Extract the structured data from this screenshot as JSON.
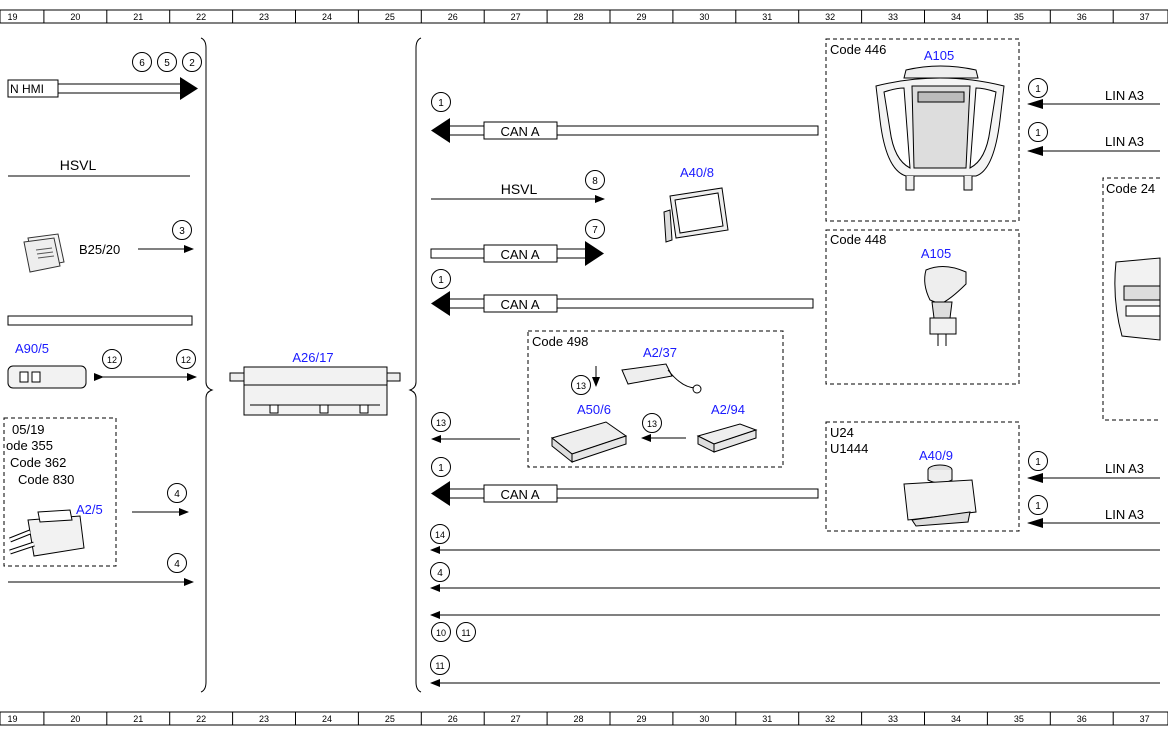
{
  "ruler": {
    "numbers": [
      "19",
      "20",
      "21",
      "22",
      "23",
      "24",
      "25",
      "26",
      "27",
      "28",
      "29",
      "30",
      "31",
      "32",
      "33",
      "34",
      "35",
      "36",
      "37"
    ]
  },
  "signals": {
    "can_hmi": "N HMI",
    "hsvl_left": "HSVL",
    "hsvl_mid": "HSVL",
    "can_a_1": "CAN A",
    "can_a_2": "CAN A",
    "can_a_3": "CAN A",
    "can_a_4": "CAN A",
    "lin_a3_1": "LIN A3",
    "lin_a3_2": "LIN A3",
    "lin_a3_3": "LIN A3",
    "lin_a3_4": "LIN A3"
  },
  "components": {
    "b25_20": "B25/20",
    "a90_5": "A90/5",
    "a2_5": "A2/5",
    "a26_17": "A26/17",
    "a40_8": "A40/8",
    "a2_37": "A2/37",
    "a50_6": "A50/6",
    "a2_94": "A2/94",
    "a105_1": "A105",
    "a105_2": "A105",
    "a40_9": "A40/9"
  },
  "codes": {
    "left_box": [
      "05/19",
      "ode 355",
      "Code 362",
      "Code 830"
    ],
    "code_498": "Code 498",
    "code_446": "Code 446",
    "code_448": "Code 448",
    "code_24x": "Code 24",
    "u24": "U24",
    "u1444": "U1444"
  },
  "circles": {
    "c6": "6",
    "c5": "5",
    "c2": "2",
    "c3": "3",
    "c12a": "12",
    "c12b": "12",
    "c4a": "4",
    "c4b": "4",
    "c1a": "1",
    "c8": "8",
    "c7": "7",
    "c1b": "1",
    "c13a": "13",
    "c13b": "13",
    "c13c": "13",
    "c1c": "1",
    "c14": "14",
    "c4c": "4",
    "c10": "10",
    "c11a": "11",
    "c11b": "11",
    "c1r1": "1",
    "c1r2": "1",
    "c1r3": "1",
    "c1r4": "1"
  },
  "colors": {
    "component_label": "#1a1aff",
    "line": "#000000"
  }
}
